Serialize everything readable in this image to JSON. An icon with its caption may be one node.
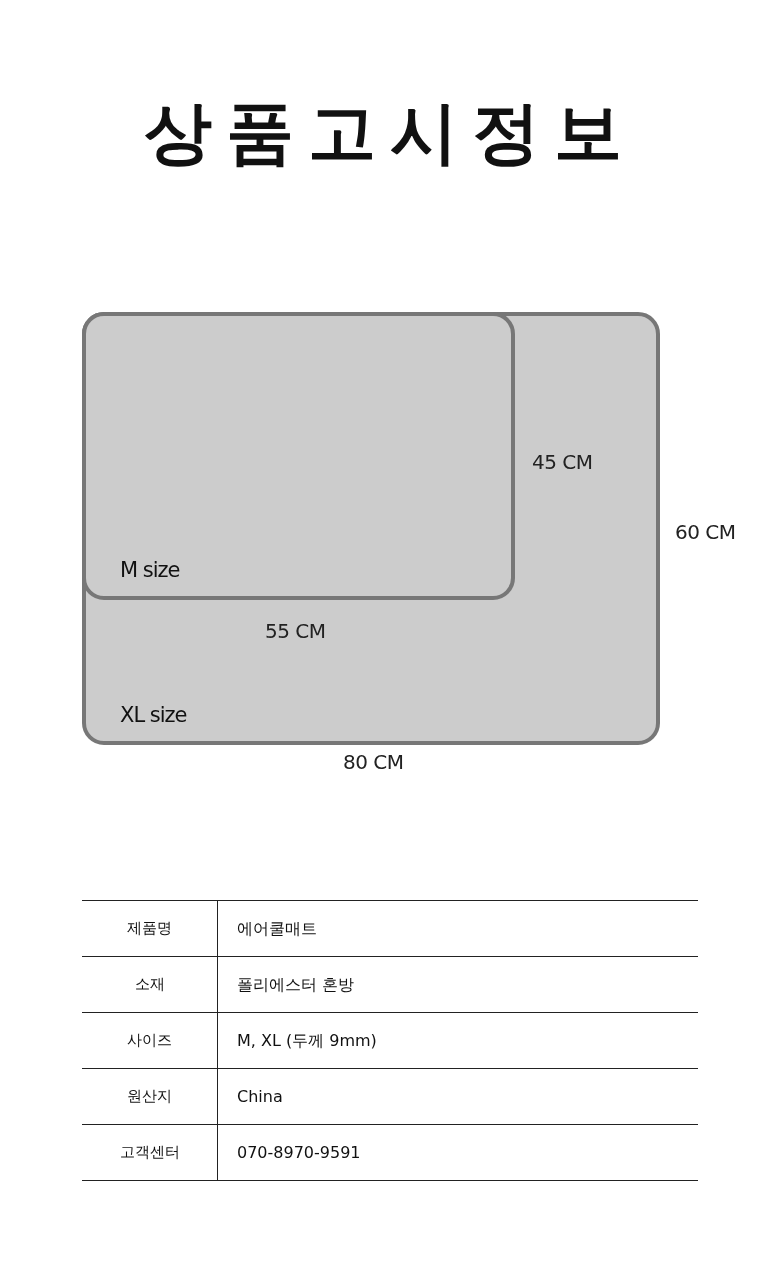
{
  "diagram": {
    "title": "상품고시정보",
    "nodes": [
      {
        "text": [
          "XL size"
        ]
      },
      {
        "text": [
          "M size"
        ],
        "in": 0
      }
    ],
    "labels": [
      "45 CM",
      "60 CM",
      "55 CM",
      "80 CM",
      "제품명",
      "에어쿨매트",
      "소재",
      "폴리에스터 혼방",
      "사이즈",
      "M, XL (두께 9mm)",
      "원산지",
      "China",
      "고객센터",
      "070-8970-9591"
    ]
  }
}
